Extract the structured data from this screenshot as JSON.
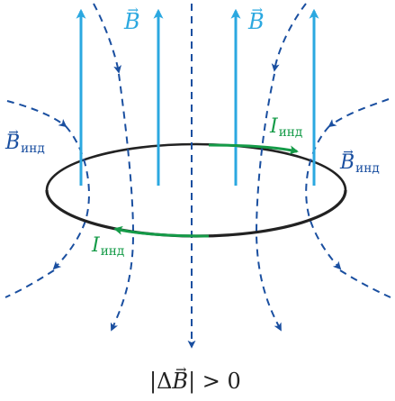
{
  "colors": {
    "external_field": "#2ba8e0",
    "induced_field": "#1a4fa0",
    "induced_current": "#159b48",
    "loop": "#222222"
  },
  "labels": {
    "b_symbol": "B",
    "b_ind_symbol": "B",
    "i_ind_symbol": "I",
    "ind_subscript": "инд",
    "formula_abs_open": "|Δ",
    "formula_symbol": "B",
    "formula_rest": "| > 0"
  }
}
